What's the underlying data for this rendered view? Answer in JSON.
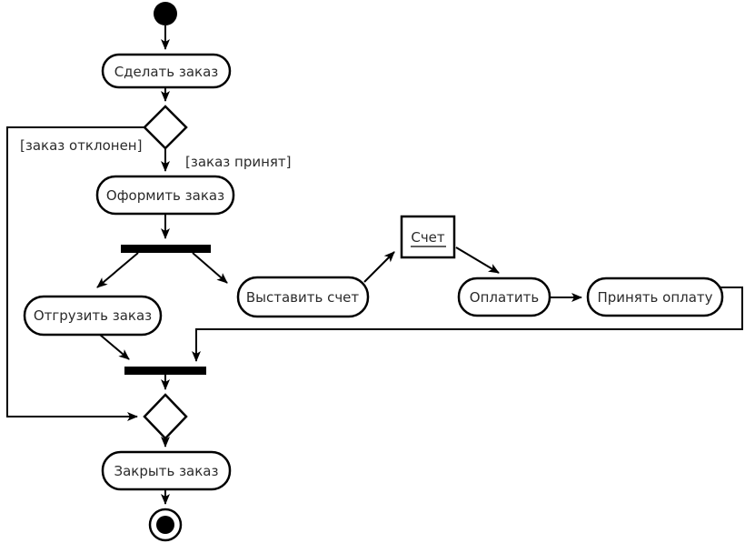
{
  "diagram": {
    "kind": "uml-activity-diagram",
    "colors": {
      "background": "#ffffff",
      "stroke": "#000000",
      "text": "#2b2b2b",
      "node_fill": "#ffffff"
    },
    "nodes": {
      "make_order": {
        "label": "Сделать заказ"
      },
      "process_order": {
        "label": "Оформить заказ"
      },
      "ship_order": {
        "label": "Отгрузить заказ"
      },
      "issue_invoice": {
        "label": "Выставить счет"
      },
      "invoice": {
        "label": "Счет"
      },
      "pay": {
        "label": "Оплатить"
      },
      "accept_payment": {
        "label": "Принять оплату"
      },
      "close_order": {
        "label": "Закрыть заказ"
      }
    },
    "guards": {
      "rejected": "[заказ отклонен]",
      "accepted": "[заказ принят]"
    }
  }
}
